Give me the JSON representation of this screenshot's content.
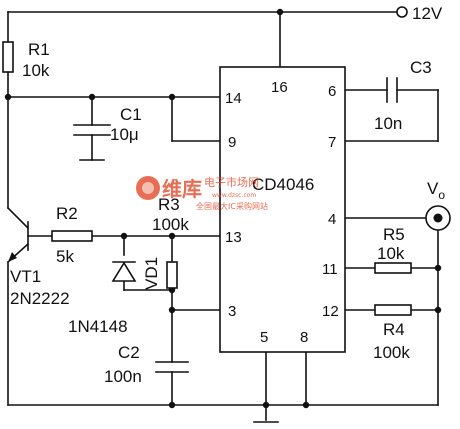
{
  "supply": {
    "label": "12V"
  },
  "output": {
    "label": "V",
    "subscript": "o"
  },
  "ic": {
    "name": "CD4046",
    "pins": [
      "14",
      "16",
      "6",
      "9",
      "7",
      "13",
      "4",
      "11",
      "3",
      "12",
      "5",
      "8"
    ]
  },
  "components": {
    "r1": {
      "name": "R1",
      "value": "10k"
    },
    "r2": {
      "name": "R2",
      "value": "5k"
    },
    "r3": {
      "name": "R3",
      "value": "100k"
    },
    "r4": {
      "name": "R4",
      "value": "100k"
    },
    "r5": {
      "name": "R5",
      "value": "10k"
    },
    "c1": {
      "name": "C1",
      "value": "10μ"
    },
    "c2": {
      "name": "C2",
      "value": "100n"
    },
    "c3": {
      "name": "C3",
      "value": "10n"
    },
    "vd1": {
      "name": "VD1",
      "part": "1N4148"
    },
    "vt1": {
      "name": "VT1",
      "part": "2N2222"
    }
  },
  "watermark": {
    "brand": "维库",
    "text1": "电子市场网",
    "text2": "全国最大IC采购网站",
    "site": "www.dzsc.com"
  },
  "colors": {
    "ink": "#111111",
    "watermark": "#e24a2a"
  }
}
